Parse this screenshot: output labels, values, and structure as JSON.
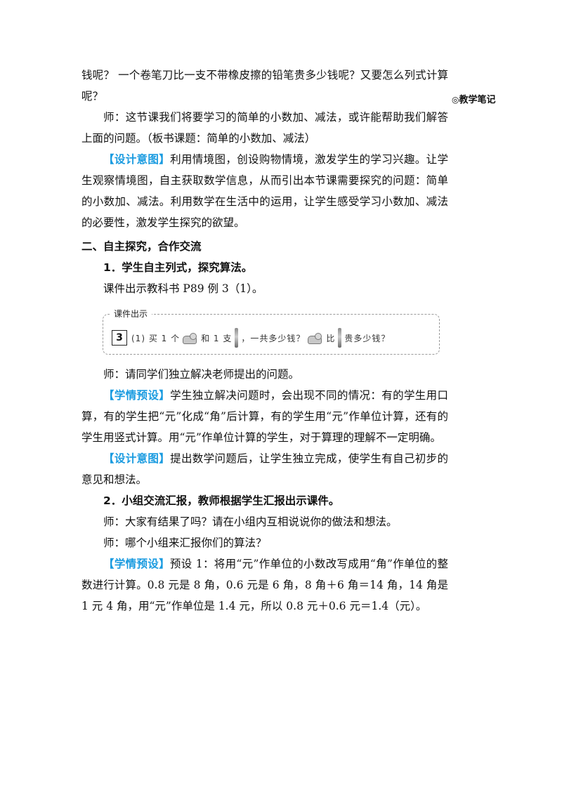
{
  "sidenote": {
    "mark": "◎",
    "text": "教学笔记"
  },
  "paragraphs": {
    "p1": "钱呢？ 一个卷笔刀比一支不带橡皮擦的铅笔贵多少钱呢？又要怎么列式计算呢？",
    "p2": "师：这节课我们将要学习的简单的小数加、减法，或许能帮助我们解答上面的问题。（板书课题：简单的小数加、减法）",
    "p3_tag": "【设计意图】",
    "p3": "利用情境图，创设购物情境，激发学生的学习兴趣。让学生观察情境图，自主获取数学信息，从而引出本节课需要探究的问题：简单的小数加、减法。利用数学在生活中的运用，让学生感受学习小数加、减法的必要性，激发学生探究的欲望。",
    "h2": "二、自主探究，合作交流",
    "h3_1": "1．学生自主列式，探究算法。",
    "p4": "课件出示教科书 P89 例 3（1）。",
    "p5": "师：请同学们独立解决老师提出的问题。",
    "p6_tag": "【学情预设】",
    "p6": "学生独立解决问题时，会出现不同的情况：有的学生用口算，有的学生把“元”化成“角”后计算，有的学生用“元”作单位计算，还有的学生用竖式计算。用“元”作单位计算的学生，对于算理的理解不一定明确。",
    "p7_tag": "【设计意图】",
    "p7": "提出数学问题后，让学生独立完成，使学生有自己初步的意见和想法。",
    "h3_2": "2．小组交流汇报，教师根据学生汇报出示课件。",
    "p8": "师：大家有结果了吗？请在小组内互相说说你的做法和想法。",
    "p9": "师：哪个小组来汇报你们的算法？",
    "p10_tag": "【学情预设】",
    "p10": "预设 1：将用“元”作单位的小数改写成用“角”作单位的整数进行计算。0.8 元是 8 角，0.6 元是 6 角，8 角＋6 角＝14 角，14 角是 1 元 4 角，用“元”作单位是 1.4 元，所以 0.8 元＋0.6 元＝1.4（元）。"
  },
  "courseware": {
    "label": "课件出示",
    "number": "3",
    "seg1": "(1) 买 1 个",
    "seg2": "和 1 支",
    "seg3": "，一共多少钱？",
    "seg4": "比",
    "seg5": "贵多少钱？",
    "icons": [
      "sharpener-icon",
      "pencil-icon",
      "sharpener-icon",
      "pencil-icon"
    ]
  }
}
